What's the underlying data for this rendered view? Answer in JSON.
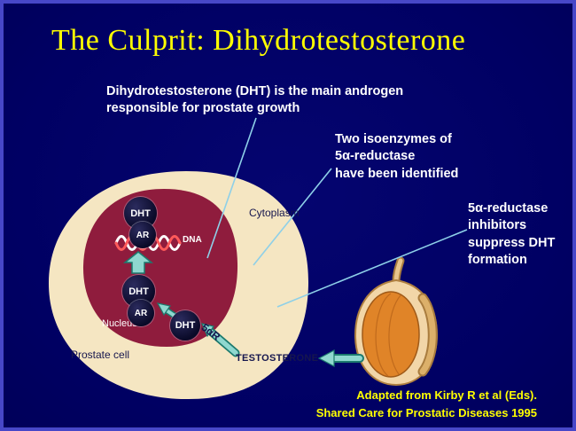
{
  "slide": {
    "title": "The Culprit: Dihydrotestosterone"
  },
  "annotations": {
    "main_androgen": {
      "line1": "Dihydrotestosterone (DHT) is the main androgen",
      "line2": "responsible for prostate growth"
    },
    "isoenzymes": {
      "line1": "Two isoenzymes of",
      "line2": "5α-reductase",
      "line3": "have been identified"
    },
    "inhibitors": {
      "line1": "5α-reductase",
      "line2": "inhibitors",
      "line3": "suppress DHT",
      "line4": "formation"
    }
  },
  "diagram": {
    "cell_label": "Prostate cell",
    "cytoplasm_label": "Cytoplasm",
    "nucleus_label": "Nucleus",
    "dna_label": "DNA",
    "dht_label": "DHT",
    "ar_label": "AR",
    "enzyme_label": "5αR",
    "testosterone_label": "TESTOSTERONE"
  },
  "credit": {
    "line1": "Adapted from Kirby R et al (Eds).",
    "line2": "Shared Care for Prostatic Diseases 1995"
  },
  "colors": {
    "background_navy": "#000063",
    "frame_blue": "#4747c8",
    "title_yellow": "#ffff00",
    "annotation_white": "#ffffff",
    "cell_cream": "#f5e6c2",
    "nucleus_maroon": "#8f1c3d",
    "molecule_navy": "#0c0c30",
    "arrow_teal": "#8fd8cf",
    "arrow_outline_teal": "#1c7a6e",
    "callout_cyan": "#8ed0e8",
    "testis_orange": "#e08428",
    "testis_capsule_tan": "#f2d6a8",
    "diagram_label_navy": "#16164e",
    "dna_strand_red": "#ff5a5a"
  }
}
